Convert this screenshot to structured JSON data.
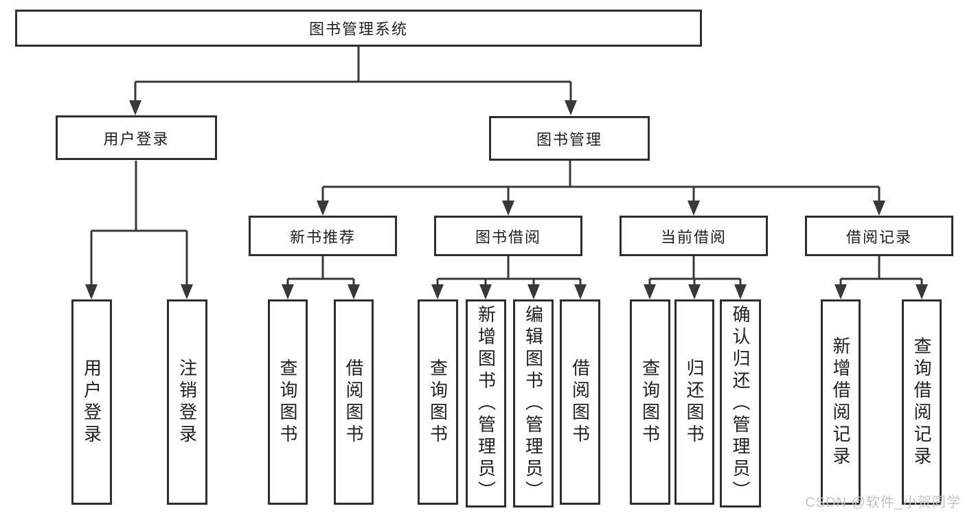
{
  "tree": {
    "root": {
      "label": "图书管理系统"
    },
    "user_login": {
      "label": "用户登录",
      "children": [
        "用户登录",
        "注销登录"
      ]
    },
    "book_management": {
      "label": "图书管理"
    },
    "new_book_recommend": {
      "label": "新书推荐",
      "children": [
        "查询图书",
        "借阅图书"
      ]
    },
    "book_borrow": {
      "label": "图书借阅",
      "children": [
        "查询图书",
        "新增图书（管理员）",
        "编辑图书（管理员）",
        "借阅图书"
      ]
    },
    "current_borrow": {
      "label": "当前借阅",
      "children": [
        "查询图书",
        "归还图书",
        "确认归还（管理员）"
      ]
    },
    "borrow_records": {
      "label": "借阅记录",
      "children": [
        "新增借阅记录",
        "查询借阅记录"
      ]
    },
    "colors": {
      "line": "#383838",
      "box_border": "#2e2e2e",
      "text": "#1f1f1f",
      "watermark": "#c4c4c4",
      "background": "#ffffff"
    }
  },
  "watermark": {
    "text": "CSDN @软件_小贺同学"
  }
}
